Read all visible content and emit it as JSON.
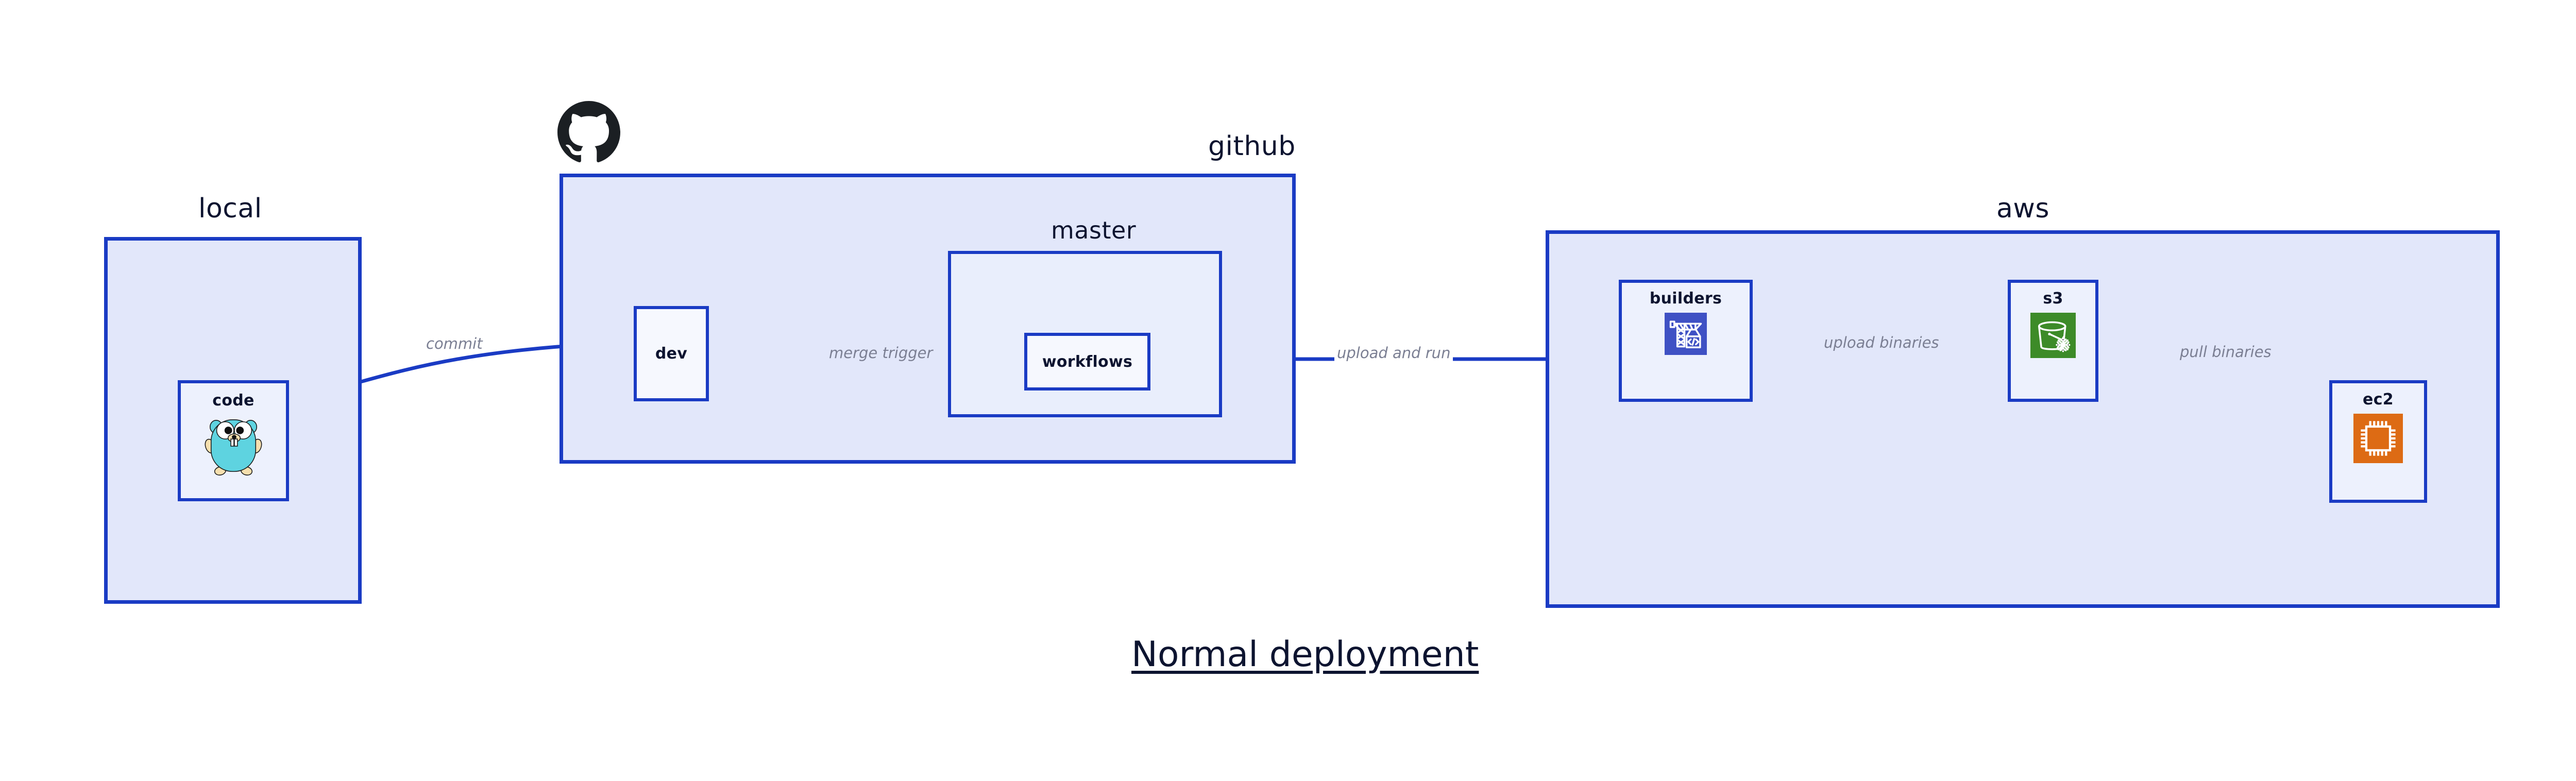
{
  "title": "Normal deployment",
  "colors": {
    "border_blue": "#1a3bc4",
    "group_fill": "#e2e7fa",
    "subgroup_fill": "#e9eefc",
    "node_fill": "#edf1fd",
    "node_fill_white": "#f6f8fe",
    "label_dark": "#0d1430",
    "edge_label_gray": "#7b7f93",
    "builders_icon_bg": "#3f51c4",
    "s3_icon_bg": "#3d8b28",
    "ec2_icon_bg": "#dd6b14",
    "gopher_body": "#5ed3e0",
    "github_logo": "#1b1f23"
  },
  "groups": [
    {
      "id": "local",
      "label": "local"
    },
    {
      "id": "github",
      "label": "github"
    },
    {
      "id": "master",
      "label": "master"
    },
    {
      "id": "aws",
      "label": "aws"
    }
  ],
  "nodes": [
    {
      "id": "code",
      "label": "code",
      "icon": "go-gopher-icon"
    },
    {
      "id": "dev",
      "label": "dev",
      "icon": "none"
    },
    {
      "id": "workflows",
      "label": "workflows",
      "icon": "none"
    },
    {
      "id": "builders",
      "label": "builders",
      "icon": "aws-codebuild-crane-icon"
    },
    {
      "id": "s3",
      "label": "s3",
      "icon": "aws-s3-glacier-bucket-icon"
    },
    {
      "id": "ec2",
      "label": "ec2",
      "icon": "aws-ec2-chip-icon"
    }
  ],
  "edges": [
    {
      "id": "commit",
      "label": "commit",
      "from": "code",
      "to": "dev"
    },
    {
      "id": "merge-trigger",
      "label": "merge trigger",
      "from": "dev",
      "to": "workflows"
    },
    {
      "id": "upload-and-run",
      "label": "upload and run",
      "from": "workflows",
      "to": "builders"
    },
    {
      "id": "upload-binaries",
      "label": "upload binaries",
      "from": "builders",
      "to": "s3"
    },
    {
      "id": "pull-binaries",
      "label": "pull binaries",
      "from": "s3",
      "to": "ec2"
    }
  ],
  "logos": [
    {
      "id": "github-logo",
      "name": "github-octocat-logo"
    }
  ]
}
